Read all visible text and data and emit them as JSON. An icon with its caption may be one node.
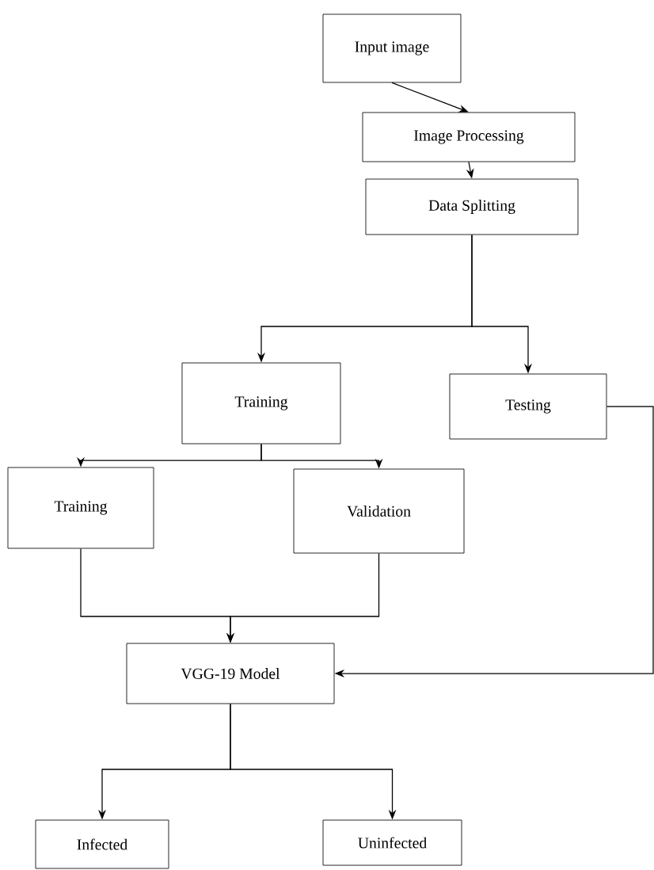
{
  "diagram": {
    "nodes": [
      {
        "text": [
          "Input image"
        ]
      },
      {
        "text": [
          "Image Processing"
        ]
      },
      {
        "text": [
          "Data Splitting"
        ]
      },
      {
        "text": [
          "Training"
        ]
      },
      {
        "text": [
          "Testing"
        ]
      },
      {
        "text": [
          "Training"
        ]
      },
      {
        "text": [
          "Validation"
        ]
      },
      {
        "text": [
          "VGG-19 Model"
        ]
      },
      {
        "text": [
          "Infected"
        ]
      },
      {
        "text": [
          "Uninfected"
        ]
      }
    ],
    "edges": [
      {
        "from": 0,
        "to": 1,
        "arrow": "to"
      },
      {
        "from": 1,
        "to": 2,
        "arrow": "to"
      },
      {
        "from": 2,
        "to": 3,
        "arrow": "to"
      },
      {
        "from": 2,
        "to": 4,
        "arrow": "to"
      },
      {
        "from": 3,
        "to": 5,
        "arrow": "to"
      },
      {
        "from": 3,
        "to": 6,
        "arrow": "to"
      },
      {
        "from": 5,
        "to": 7,
        "arrow": "to"
      },
      {
        "from": 6,
        "to": 7,
        "arrow": "to"
      },
      {
        "from": 4,
        "to": 7,
        "arrow": "to"
      },
      {
        "from": 7,
        "to": 8,
        "arrow": "to"
      },
      {
        "from": 7,
        "to": 9,
        "arrow": "to"
      }
    ]
  }
}
